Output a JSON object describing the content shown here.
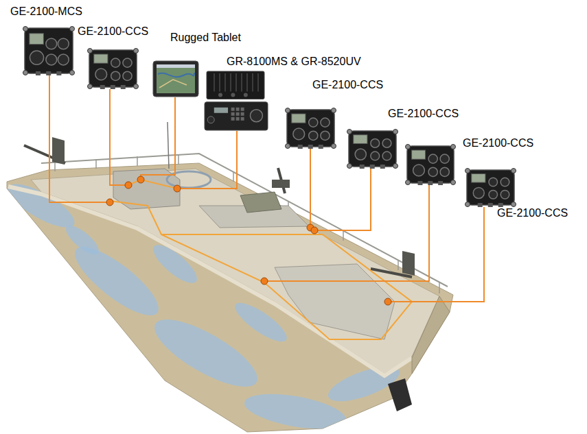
{
  "diagram": {
    "nodes": [
      {
        "text": [
          "GE-2100-MCS"
        ]
      },
      {
        "text": [
          "GE-2100-CCS"
        ]
      },
      {
        "text": [
          "Rugged Tablet"
        ]
      },
      {
        "text": [
          "GR-8100MS & GR-8520UV"
        ]
      },
      {
        "text": [
          "GE-2100-CCS"
        ]
      },
      {
        "text": [
          "GE-2100-CCS"
        ]
      },
      {
        "text": [
          "GE-2100-CCS"
        ]
      },
      {
        "text": [
          "GE-2100-CCS"
        ]
      }
    ]
  }
}
